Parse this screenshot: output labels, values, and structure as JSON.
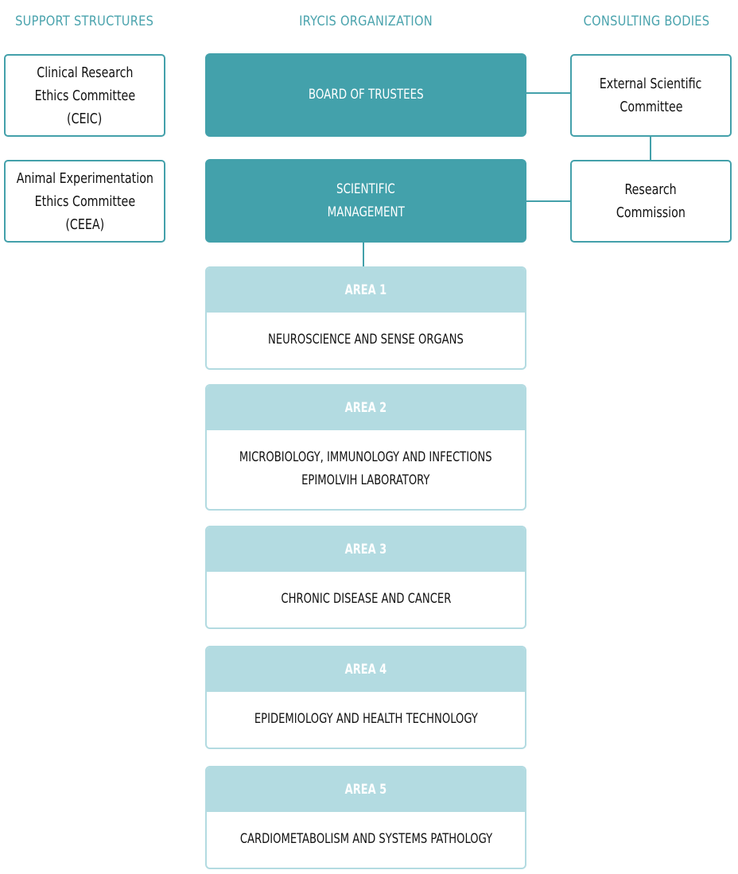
{
  "headers": {
    "support": "SUPPORT STRUCTURES",
    "organization": "IRYCIS ORGANIZATION",
    "consulting": "CONSULTING BODIES"
  },
  "support_structures": [
    {
      "lines": [
        "Clinical Research",
        "Ethics Committee",
        "(CEIC)"
      ]
    },
    {
      "lines": [
        "Animal Experimentation",
        "Ethics Committee",
        "(CEEA)"
      ]
    }
  ],
  "organization": {
    "board": {
      "lines": [
        "BOARD OF TRUSTEES"
      ]
    },
    "management": {
      "lines": [
        "SCIENTIFIC",
        "MANAGEMENT"
      ]
    }
  },
  "consulting_bodies": [
    {
      "lines": [
        "External Scientific",
        "Committee"
      ]
    },
    {
      "lines": [
        "Research",
        "Commission"
      ]
    }
  ],
  "areas": [
    {
      "title": "AREA 1",
      "lines": [
        "NEUROSCIENCE AND SENSE ORGANS"
      ]
    },
    {
      "title": "AREA 2",
      "lines": [
        "MICROBIOLOGY, IMMUNOLOGY AND INFECTIONS",
        "EPIMOLVIH LABORATORY"
      ]
    },
    {
      "title": "AREA 3",
      "lines": [
        "CHRONIC DISEASE AND CANCER"
      ]
    },
    {
      "title": "AREA 4",
      "lines": [
        "EPIDEMIOLOGY AND HEALTH TECHNOLOGY"
      ]
    },
    {
      "title": "AREA 5",
      "lines": [
        "CARDIOMETABOLISM AND SYSTEMS PATHOLOGY"
      ]
    }
  ],
  "colors": {
    "teal": "#43a1ab",
    "light_teal": "#b3dbe1",
    "header_text": "#4aa3ad"
  }
}
